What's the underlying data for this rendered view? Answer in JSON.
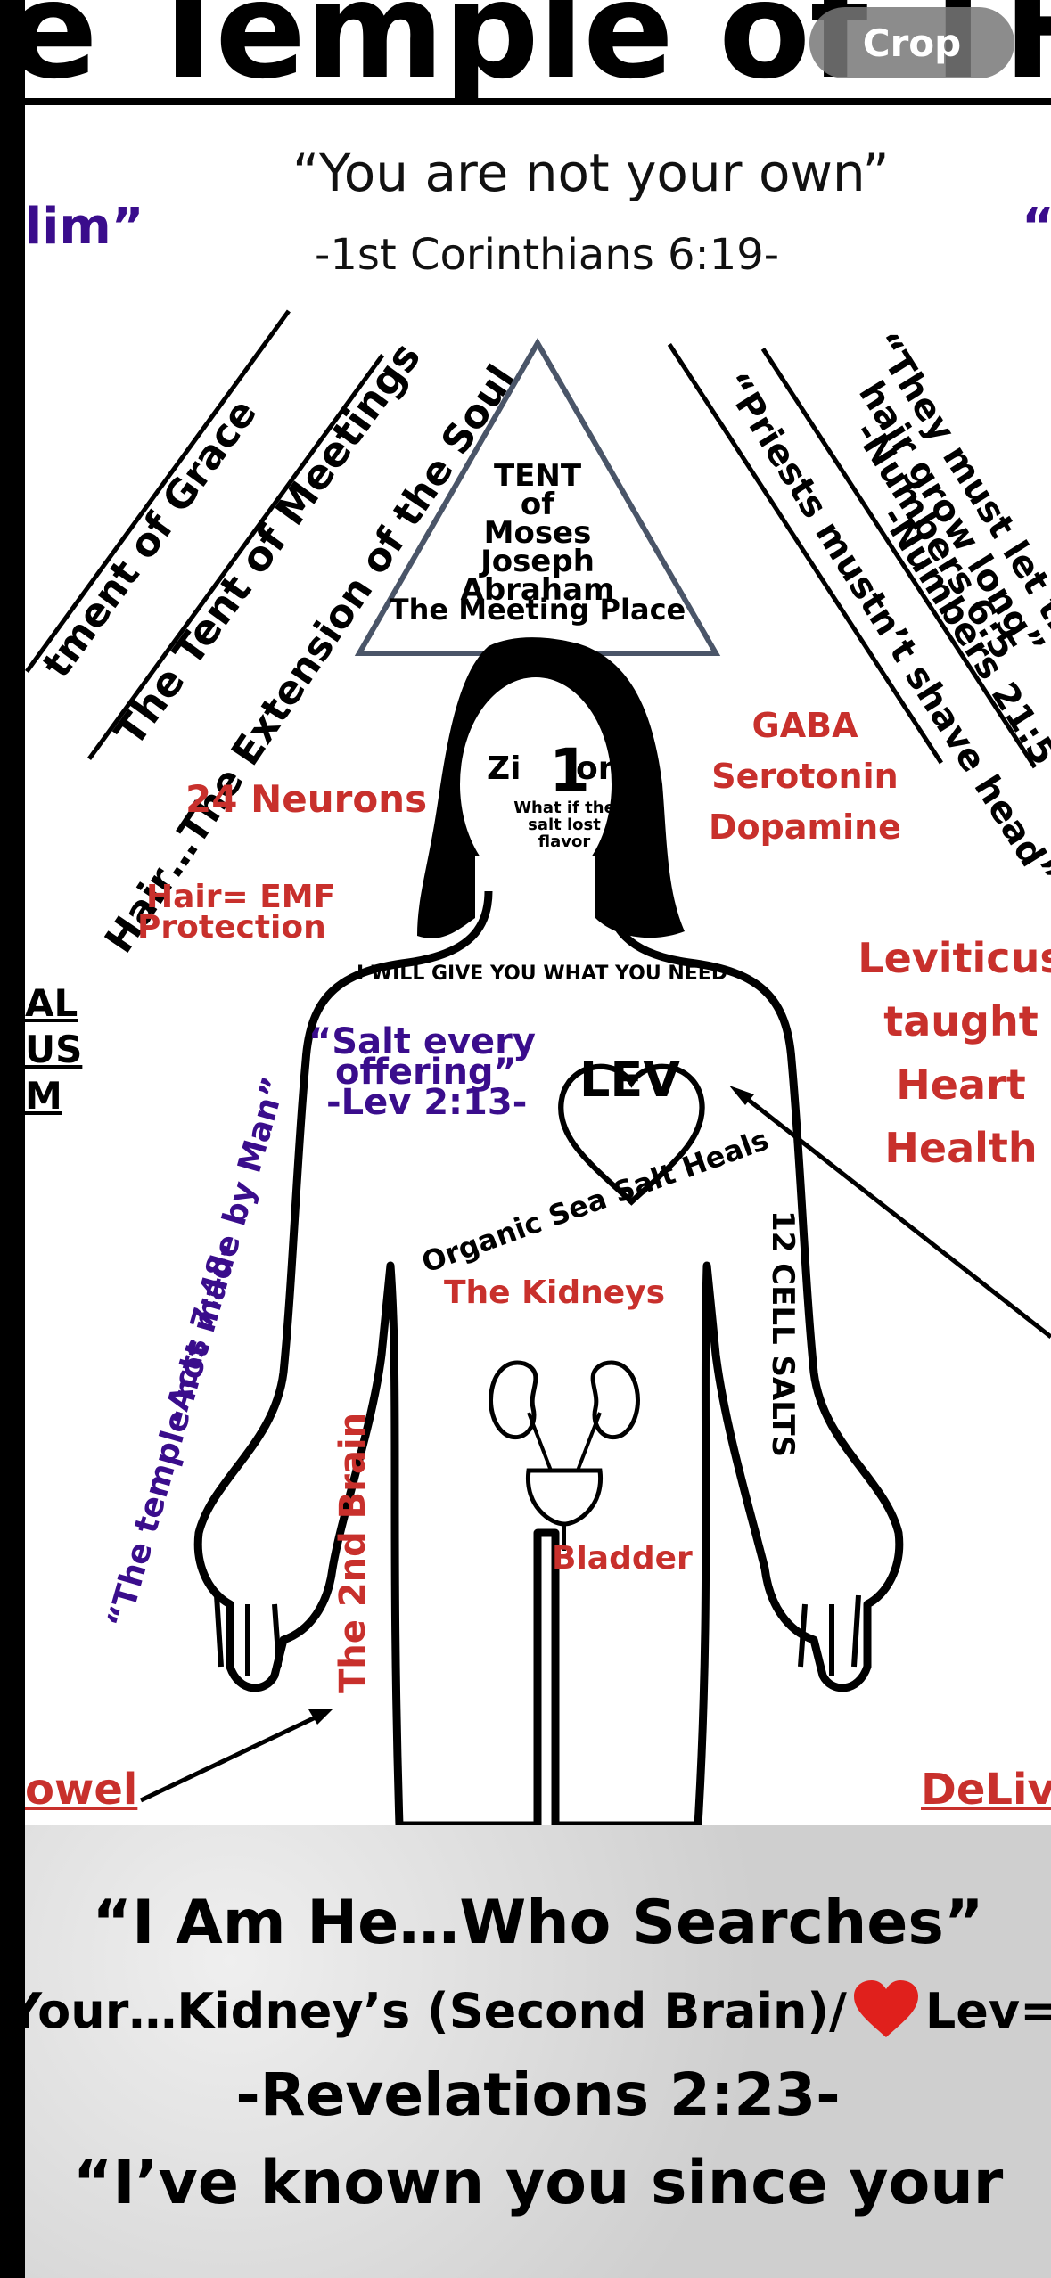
{
  "header": {
    "title": "e Temple of TH",
    "crop_label": "Crop",
    "quote": "“You are not your own”",
    "quote_ref": "-1st Corinthians 6:19-",
    "left_fragment": "lim”",
    "right_fragment": "“T"
  },
  "left_diagonals": {
    "grace": "tment of Grace",
    "meetings": "The Tent of Meetings",
    "soul": "Hair…The Extension of the Soul"
  },
  "right_diagonals": {
    "priests": "“Priests mustn’t shave head”",
    "priests_ref": "-Numbers 21:5",
    "hair_grow": "“They must let th",
    "hair_grow2": "hair grow long”",
    "hair_grow_ref": "-Numbers 6:5"
  },
  "triangle": {
    "line1": "TENT",
    "line2": "of",
    "line3": "Moses",
    "line4": "Joseph",
    "line5": "Abraham",
    "line6": "The Meeting Place"
  },
  "face": {
    "zion": "Zi",
    "one": "1",
    "on": "on",
    "salt_note": "What if the salt lost flavor"
  },
  "labels": {
    "neurons": "24 Neurons",
    "emf1": "Hair= EMF",
    "emf2": "Protection",
    "gaba": "GABA",
    "serotonin": "Serotonin",
    "dopamine": "Dopamine",
    "give": "I WILL GIVE YOU WHAT YOU NEED",
    "salt_every1": "“Salt every",
    "salt_every2": "offering”",
    "salt_ref": "-Lev 2:13-",
    "lev": "LEV",
    "leviticus1": "Leviticus",
    "leviticus2": "taught",
    "leviticus3": "Heart",
    "leviticus4": "Health",
    "left_edge1": "AL",
    "left_edge2": "US",
    "left_edge3": "M",
    "organic": "Organic Sea Salt Heals",
    "kidneys": "The Kidneys",
    "cell_salts": "12 CELL SALTS",
    "temple_not": "“The temple not made by Man”",
    "acts": "-Acts 7:48-",
    "second_brain": "The 2nd Brain",
    "bladder": "Bladder",
    "bowel": "owel",
    "deliver": "DeLive"
  },
  "footer": {
    "line1": "“I Am He…Who Searches”",
    "line2a": "Your…Kidney’s (Second Brain)/",
    "line2b": "Lev=Bell",
    "line3": "-Revelations 2:23-",
    "line4": "“I’ve known you since your"
  },
  "colors": {
    "red": "#c8302c",
    "purple": "#3a0d8c",
    "heart": "#e0201c"
  }
}
